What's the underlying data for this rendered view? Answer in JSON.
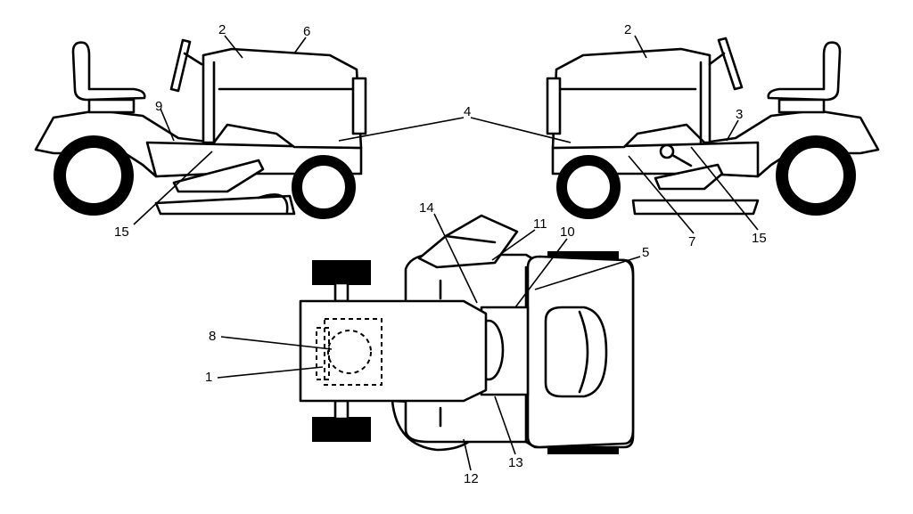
{
  "callouts": {
    "left_top_2": "2",
    "left_top_6": "6",
    "left_9": "9",
    "left_15": "15",
    "center_4": "4",
    "right_top_2": "2",
    "right_3": "3",
    "right_7": "7",
    "right_15": "15",
    "top_14": "14",
    "top_11": "11",
    "top_10": "10",
    "top_5": "5",
    "top_8": "8",
    "top_1": "1",
    "top_12": "12",
    "top_13": "13"
  }
}
